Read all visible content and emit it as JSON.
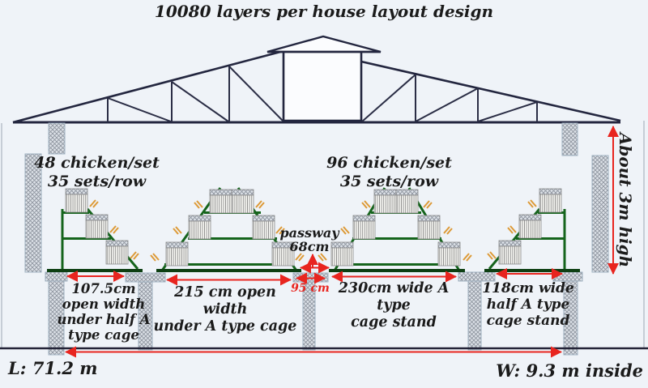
{
  "title": "10080 layers per house layout design",
  "specs": {
    "left": {
      "line1": "48 chicken/set",
      "line2": "35 sets/row"
    },
    "right": {
      "line1": "96 chicken/set",
      "line2": "35 sets/row"
    }
  },
  "passway": {
    "line1": "passway",
    "line2": "68cm"
  },
  "stand_measure": "95 cm",
  "dims": {
    "half_open": [
      "107.5cm",
      "open width",
      "under half A",
      "type cage"
    ],
    "full_open": [
      "215 cm open width",
      "under A type cage"
    ],
    "full_stand": [
      "230cm wide A type",
      "cage stand"
    ],
    "half_stand": [
      "118cm wide",
      "half A type",
      "cage stand"
    ]
  },
  "height_note": "About 3m high",
  "footer": {
    "length": "L: 71.2 m",
    "width": "W: 9.3 m inside"
  },
  "colors": {
    "frame_green": "#15641c",
    "accent_red": "#e8251f",
    "roof_navy": "#23263f",
    "background": "#eff3f8",
    "chicken_orange": "#dd9a37"
  }
}
